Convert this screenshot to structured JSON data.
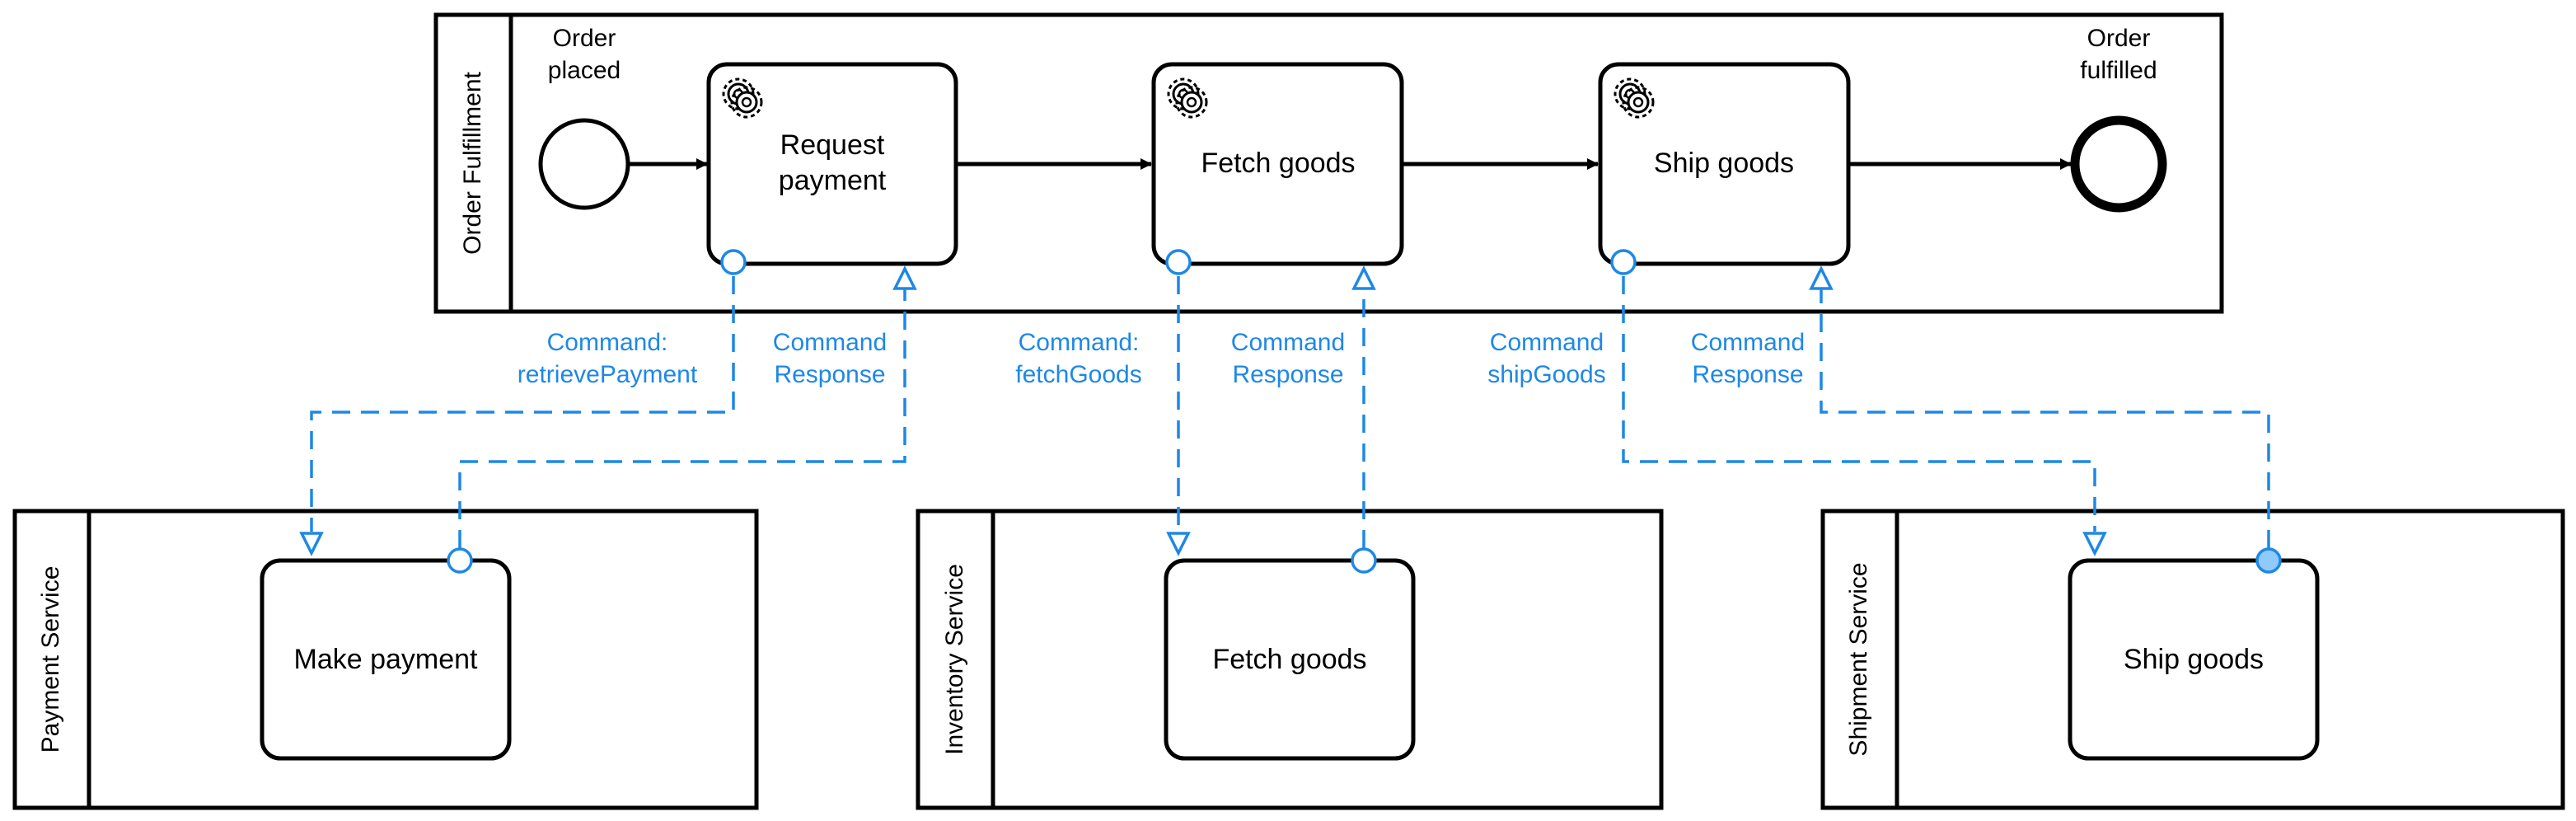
{
  "colors": {
    "stroke": "#000000",
    "flow": "#1e88e5",
    "fill_light": "#90caf9"
  },
  "pools": {
    "main": {
      "title": "Order Fulfillment"
    },
    "payment": {
      "title": "Payment Service"
    },
    "inventory": {
      "title": "Inventory Service"
    },
    "shipment": {
      "title": "Shipment Service"
    }
  },
  "events": {
    "start": {
      "line1": "Order",
      "line2": "placed"
    },
    "end": {
      "line1": "Order",
      "line2": "fulfilled"
    }
  },
  "tasks": {
    "request_payment": {
      "line1": "Request",
      "line2": "payment",
      "icon": "gear-icon"
    },
    "fetch_goods": {
      "label": "Fetch goods",
      "icon": "gear-icon"
    },
    "ship_goods": {
      "label": "Ship goods",
      "icon": "gear-icon"
    },
    "make_payment": {
      "label": "Make payment"
    },
    "fetch_goods_service": {
      "label": "Fetch goods"
    },
    "ship_goods_service": {
      "label": "Ship goods"
    }
  },
  "messages": {
    "retrieve_payment": {
      "line1": "Command:",
      "line2": "retrievePayment"
    },
    "payment_response": {
      "line1": "Command",
      "line2": "Response"
    },
    "fetch_goods_cmd": {
      "line1": "Command:",
      "line2": "fetchGoods"
    },
    "fetch_response": {
      "line1": "Command",
      "line2": "Response"
    },
    "ship_goods_cmd": {
      "line1": "Command",
      "line2": "shipGoods"
    },
    "ship_response": {
      "line1": "Command",
      "line2": "Response"
    }
  }
}
